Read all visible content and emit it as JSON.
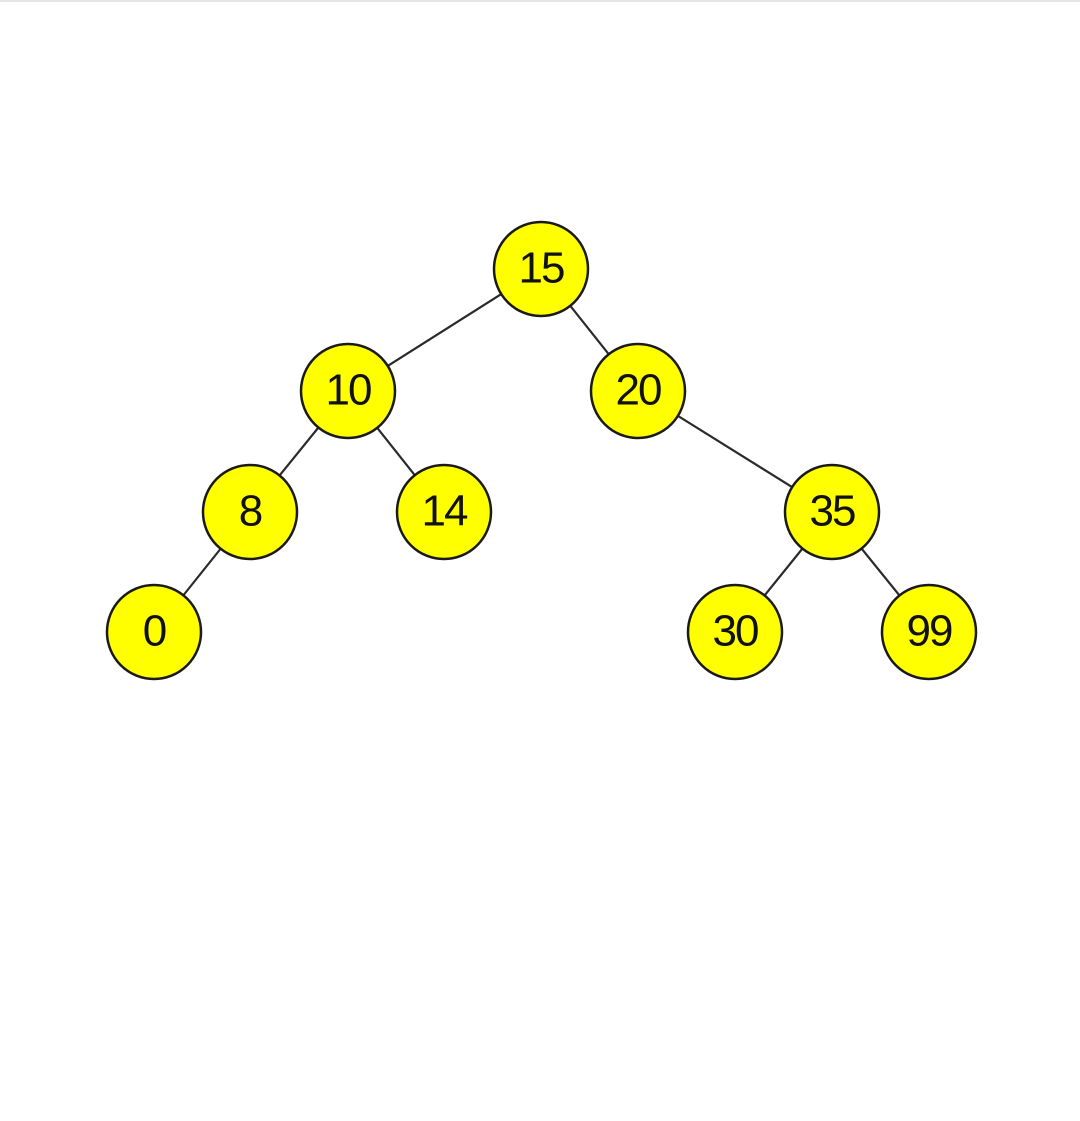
{
  "colors": {
    "node_fill": "#ffff00",
    "node_stroke": "#1a1a1a",
    "edge": "#2a2a2a",
    "background": "#ffffff"
  },
  "tree": {
    "nodes": [
      {
        "id": "n15",
        "label": "15",
        "depth": 0
      },
      {
        "id": "n10",
        "label": "10",
        "depth": 1
      },
      {
        "id": "n20",
        "label": "20",
        "depth": 1
      },
      {
        "id": "n8",
        "label": "8",
        "depth": 2
      },
      {
        "id": "n14",
        "label": "14",
        "depth": 2
      },
      {
        "id": "n35",
        "label": "35",
        "depth": 2
      },
      {
        "id": "n0",
        "label": "0",
        "depth": 3
      },
      {
        "id": "n30",
        "label": "30",
        "depth": 3
      },
      {
        "id": "n99",
        "label": "99",
        "depth": 3
      }
    ],
    "edges": [
      {
        "from": "n15",
        "to": "n10"
      },
      {
        "from": "n15",
        "to": "n20"
      },
      {
        "from": "n10",
        "to": "n8"
      },
      {
        "from": "n10",
        "to": "n14"
      },
      {
        "from": "n20",
        "to": "n35"
      },
      {
        "from": "n8",
        "to": "n0"
      },
      {
        "from": "n35",
        "to": "n30"
      },
      {
        "from": "n35",
        "to": "n99"
      }
    ]
  }
}
